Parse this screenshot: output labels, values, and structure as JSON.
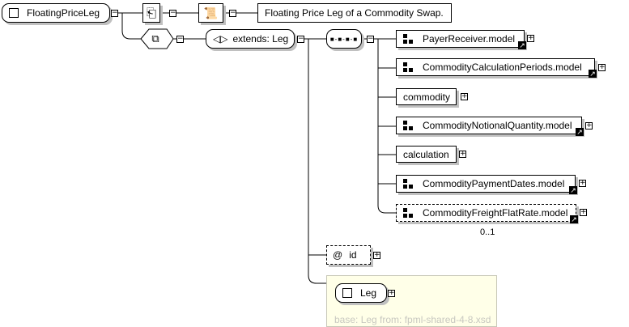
{
  "root": {
    "name": "FloatingPriceLeg"
  },
  "annotation": {
    "text": "Floating Price Leg of a Commodity Swap."
  },
  "extension": {
    "label": "extends: Leg"
  },
  "sequence": {
    "children": [
      {
        "label": "PayerReceiver.model",
        "type": "group"
      },
      {
        "label": "CommodityCalculationPeriods.model",
        "type": "group"
      },
      {
        "label": "commodity",
        "type": "element"
      },
      {
        "label": "CommodityNotionalQuantity.model",
        "type": "group"
      },
      {
        "label": "calculation",
        "type": "element"
      },
      {
        "label": "CommodityPaymentDates.model",
        "type": "group"
      },
      {
        "label": "CommodityFreightFlatRate.model",
        "type": "group",
        "occurrence": "0..1"
      }
    ]
  },
  "attribute": {
    "symbol": "@",
    "name": "id"
  },
  "base": {
    "name": "Leg",
    "caption": "base: Leg from: fpml-shared-4-8.xsd"
  }
}
